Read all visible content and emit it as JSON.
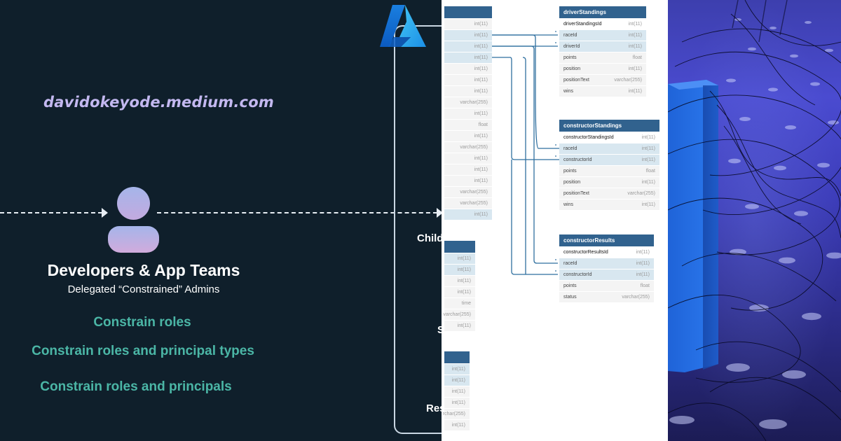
{
  "left": {
    "site_url": "davidokeyode.medium.com",
    "role_title": "Developers & App Teams",
    "role_subtitle": "Delegated “Constrained” Admins",
    "constraints": [
      "Constrain roles",
      "Constrain roles and principal types",
      "Constrain roles and principals"
    ],
    "cut_labels": [
      "Child",
      "S",
      "Res"
    ]
  },
  "er": {
    "table_a_types": [
      "int(11)",
      "int(11)",
      "int(11)",
      "int(11)",
      "int(11)",
      "int(11)",
      "int(11)",
      "varchar(255)",
      "int(11)",
      "float",
      "int(11)",
      "varchar(255)",
      "int(11)",
      "int(11)",
      "int(11)",
      "varchar(255)",
      "varchar(255)",
      "int(11)"
    ],
    "table_b_types": [
      "int(11)",
      "int(11)",
      "int(11)",
      "int(11)",
      "time",
      "varchar(255)",
      "int(11)"
    ],
    "table_c_types": [
      "int(11)",
      "int(11)",
      "int(11)",
      "int(11)",
      "rchar(255)",
      "int(11)"
    ],
    "driverStandings": {
      "title": "driverStandings",
      "rows": [
        {
          "name": "driverStandingsId",
          "type": "int(11)"
        },
        {
          "name": "raceId",
          "type": "int(11)"
        },
        {
          "name": "driverId",
          "type": "int(11)"
        },
        {
          "name": "points",
          "type": "float"
        },
        {
          "name": "position",
          "type": "int(11)"
        },
        {
          "name": "positionText",
          "type": "varchar(255)"
        },
        {
          "name": "wins",
          "type": "int(11)"
        }
      ]
    },
    "constructorStandings": {
      "title": "constructorStandings",
      "rows": [
        {
          "name": "constructorStandingsId",
          "type": "int(11)"
        },
        {
          "name": "raceId",
          "type": "int(11)"
        },
        {
          "name": "constructorId",
          "type": "int(11)"
        },
        {
          "name": "points",
          "type": "float"
        },
        {
          "name": "position",
          "type": "int(11)"
        },
        {
          "name": "positionText",
          "type": "varchar(255)"
        },
        {
          "name": "wins",
          "type": "int(11)"
        }
      ]
    },
    "constructorResults": {
      "title": "constructorResults",
      "rows": [
        {
          "name": "constructorResultsId",
          "type": "int(11)"
        },
        {
          "name": "raceId",
          "type": "int(11)"
        },
        {
          "name": "constructorId",
          "type": "int(11)"
        },
        {
          "name": "points",
          "type": "float"
        },
        {
          "name": "status",
          "type": "varchar(255)"
        }
      ]
    }
  },
  "colors": {
    "background": "#0f1f2b",
    "url_text": "#c3b8f0",
    "constraint_text": "#4bb6a6",
    "table_header": "#31628e",
    "table_fk_row": "#d8e7f0",
    "wire": "#2f6f9f"
  }
}
